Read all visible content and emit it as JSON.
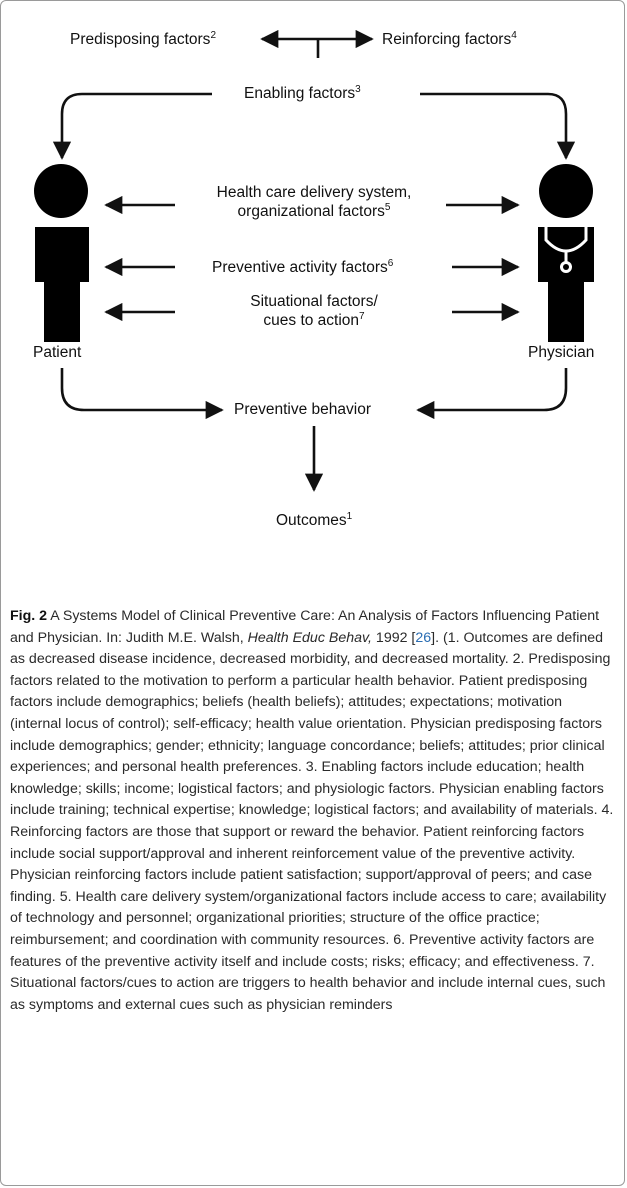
{
  "diagram": {
    "predisposing": {
      "text": "Predisposing factors",
      "sup": "2"
    },
    "reinforcing": {
      "text": "Reinforcing factors",
      "sup": "4"
    },
    "enabling": {
      "text": "Enabling factors",
      "sup": "3"
    },
    "delivery_line1": "Health care delivery system,",
    "delivery_line2": {
      "text": "organizational factors",
      "sup": "5"
    },
    "preventive_activity": {
      "text": "Preventive activity factors",
      "sup": "6"
    },
    "situational_line1": "Situational factors/",
    "situational_line2": {
      "text": "cues to action",
      "sup": "7"
    },
    "patient": "Patient",
    "physician": "Physician",
    "preventive_behavior": "Preventive behavior",
    "outcomes": {
      "text": "Outcomes",
      "sup": "1"
    }
  },
  "caption": {
    "fig_label": "Fig. 2",
    "part1": "A Systems Model of Clinical Preventive Care: An Analysis of Factors Influencing Patient and Physician. In: Judith M.E. Walsh, ",
    "journal": "Health Educ Behav,",
    "part2": " 1992 [",
    "ref": "26",
    "part3": "]. (1. Outcomes are defined as decreased disease incidence, decreased morbidity, and decreased mortality. 2. Predisposing factors related to the motivation to perform a particular health behavior. Patient predisposing factors include demographics; beliefs (health beliefs); attitudes; expectations; motivation (internal locus of control); self-efficacy; health value orientation. Physician predisposing factors include demographics; gender; ethnicity; language concordance; beliefs; attitudes; prior clinical experiences; and personal health preferences. 3. Enabling factors include education; health knowledge; skills; income; logistical factors; and physiologic factors. Physician enabling factors include training; technical expertise; knowledge; logistical factors; and availability of materials. 4. Reinforcing factors are those that support or reward the behavior. Patient reinforcing factors include social support/approval and inherent reinforcement value of the preventive activity. Physician reinforcing factors include patient satisfaction; support/approval of peers; and case finding. 5. Health care delivery system/organizational factors include access to care; availability of technology and personnel; organizational priorities; structure of the office practice; reimbursement; and coordination with community resources. 6. Preventive activity factors are features of the preventive activity itself and include costs; risks; efficacy; and effectiveness. 7. Situational factors/cues to action are triggers to health behavior and include internal cues, such as symptoms and external cues such as physician reminders"
  }
}
